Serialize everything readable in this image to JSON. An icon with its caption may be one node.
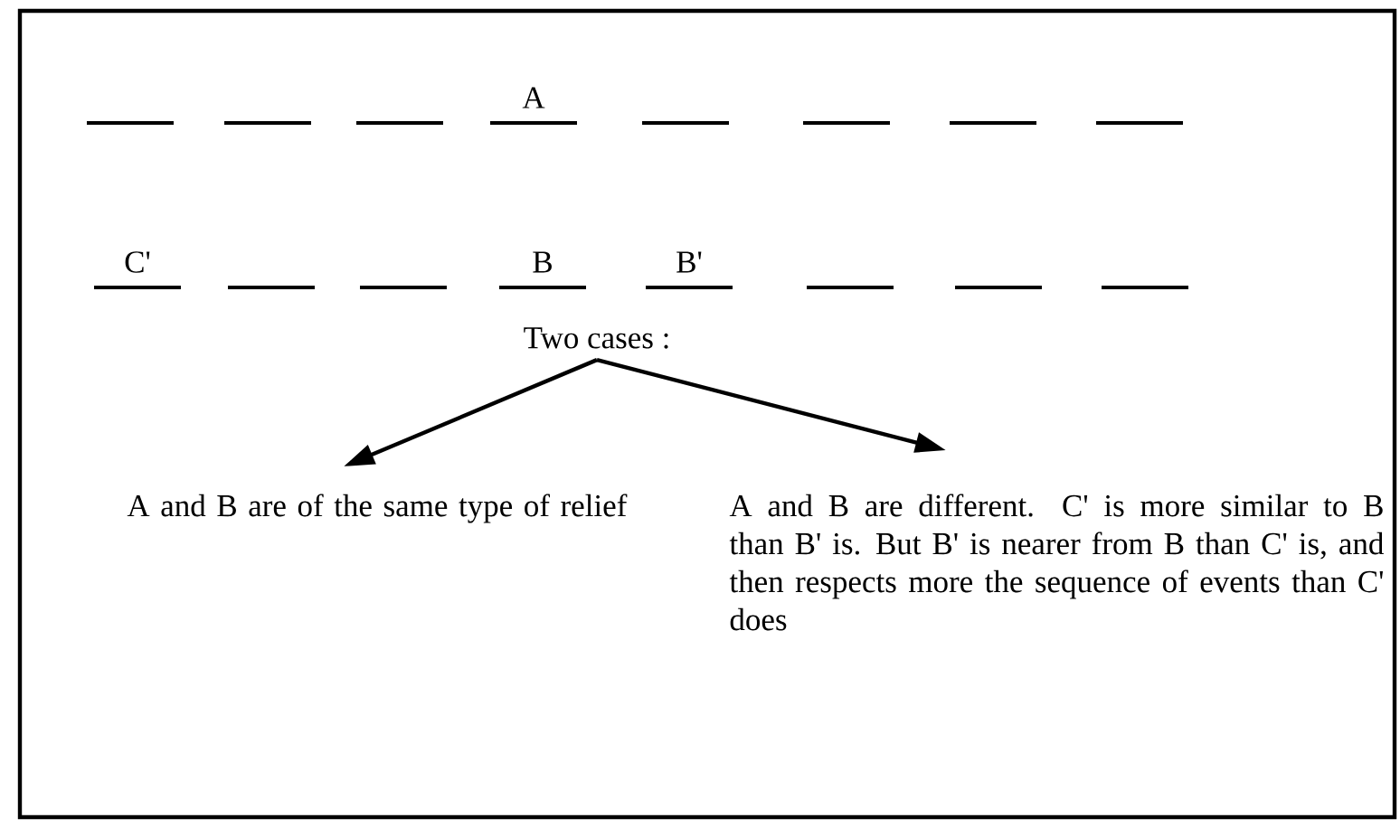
{
  "diagram": {
    "nodes": [
      {
        "text": [
          "Two cases :"
        ]
      },
      {
        "text": [
          "A and B are of the same type of relief"
        ]
      },
      {
        "text": [
          "A and B are different. C' is more similar to B than B' is. But B' is nearer from B than C' is, and then respects more the sequence of events than C' does"
        ]
      }
    ],
    "edges": [
      {
        "from": 0,
        "to": 1,
        "arrow": "to"
      },
      {
        "from": 0,
        "to": 2,
        "arrow": "to"
      }
    ],
    "labels": [
      "A",
      "C'",
      "B",
      "B'"
    ]
  }
}
